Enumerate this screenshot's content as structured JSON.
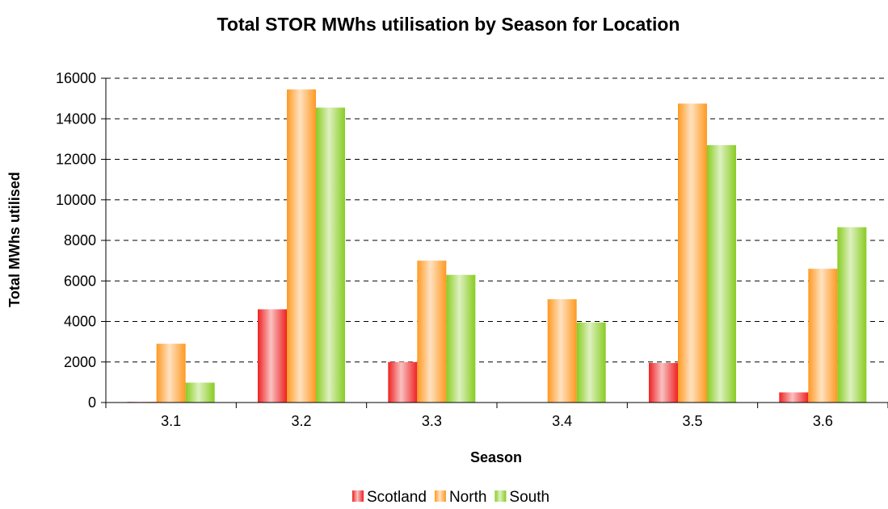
{
  "chart_data": {
    "type": "bar",
    "title": "Total STOR MWhs  utilisation by Season for Location",
    "xlabel": "Season",
    "ylabel": "Total MWhs utilised",
    "categories": [
      "3.1",
      "3.2",
      "3.3",
      "3.4",
      "3.5",
      "3.6"
    ],
    "ylim": [
      0,
      16000
    ],
    "yticks": [
      0,
      2000,
      4000,
      6000,
      8000,
      10000,
      12000,
      14000,
      16000
    ],
    "grid": true,
    "legend_position": "bottom",
    "series": [
      {
        "name": "Scotland",
        "color": "#ee2222",
        "values": [
          30,
          4600,
          2000,
          0,
          1950,
          500
        ]
      },
      {
        "name": "North",
        "color": "#ff9922",
        "values": [
          2900,
          15450,
          7000,
          5100,
          14750,
          6600
        ]
      },
      {
        "name": "South",
        "color": "#88cc22",
        "values": [
          980,
          14550,
          6300,
          3950,
          12700,
          8650
        ]
      }
    ]
  }
}
